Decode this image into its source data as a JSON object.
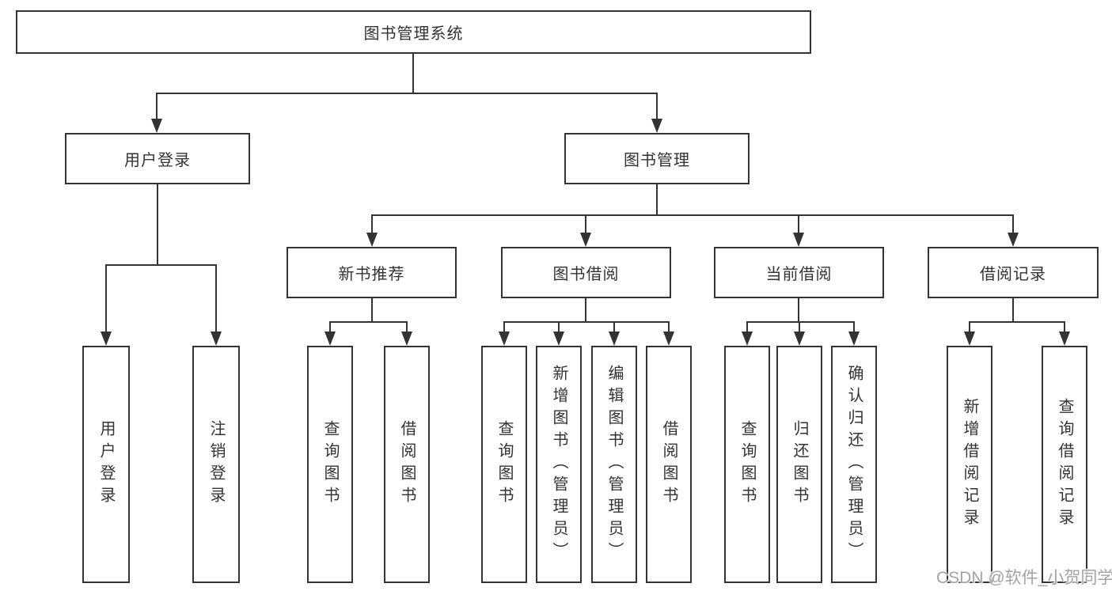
{
  "colors": {
    "line": "#333333",
    "text": "#333333",
    "background": "#ffffff",
    "box_background": "#ffffff",
    "watermark": "#a3a3a3"
  },
  "tree": {
    "root": {
      "label": "图书管理系统"
    },
    "level2": [
      {
        "label": "用户登录",
        "parent": "图书管理系统"
      },
      {
        "label": "图书管理",
        "parent": "图书管理系统"
      }
    ],
    "level3": [
      {
        "label": "新书推荐",
        "parent": "图书管理"
      },
      {
        "label": "图书借阅",
        "parent": "图书管理"
      },
      {
        "label": "当前借阅",
        "parent": "图书管理"
      },
      {
        "label": "借阅记录",
        "parent": "图书管理"
      }
    ],
    "level4": [
      {
        "label": "用户登录",
        "parent": "用户登录"
      },
      {
        "label": "注销登录",
        "parent": "用户登录"
      },
      {
        "label": "查询图书",
        "parent": "新书推荐"
      },
      {
        "label": "借阅图书",
        "parent": "新书推荐"
      },
      {
        "label": "查询图书",
        "parent": "图书借阅"
      },
      {
        "label": "新增图书（管理员）",
        "parent": "图书借阅"
      },
      {
        "label": "编辑图书（管理员）",
        "parent": "图书借阅"
      },
      {
        "label": "借阅图书",
        "parent": "图书借阅"
      },
      {
        "label": "查询图书",
        "parent": "当前借阅"
      },
      {
        "label": "归还图书",
        "parent": "当前借阅"
      },
      {
        "label": "确认归还（管理员）",
        "parent": "当前借阅"
      },
      {
        "label": "新增借阅记录",
        "parent": "借阅记录"
      },
      {
        "label": "查询借阅记录",
        "parent": "借阅记录"
      }
    ]
  },
  "watermark": {
    "text": "CSDN @软件_小贺同学"
  }
}
